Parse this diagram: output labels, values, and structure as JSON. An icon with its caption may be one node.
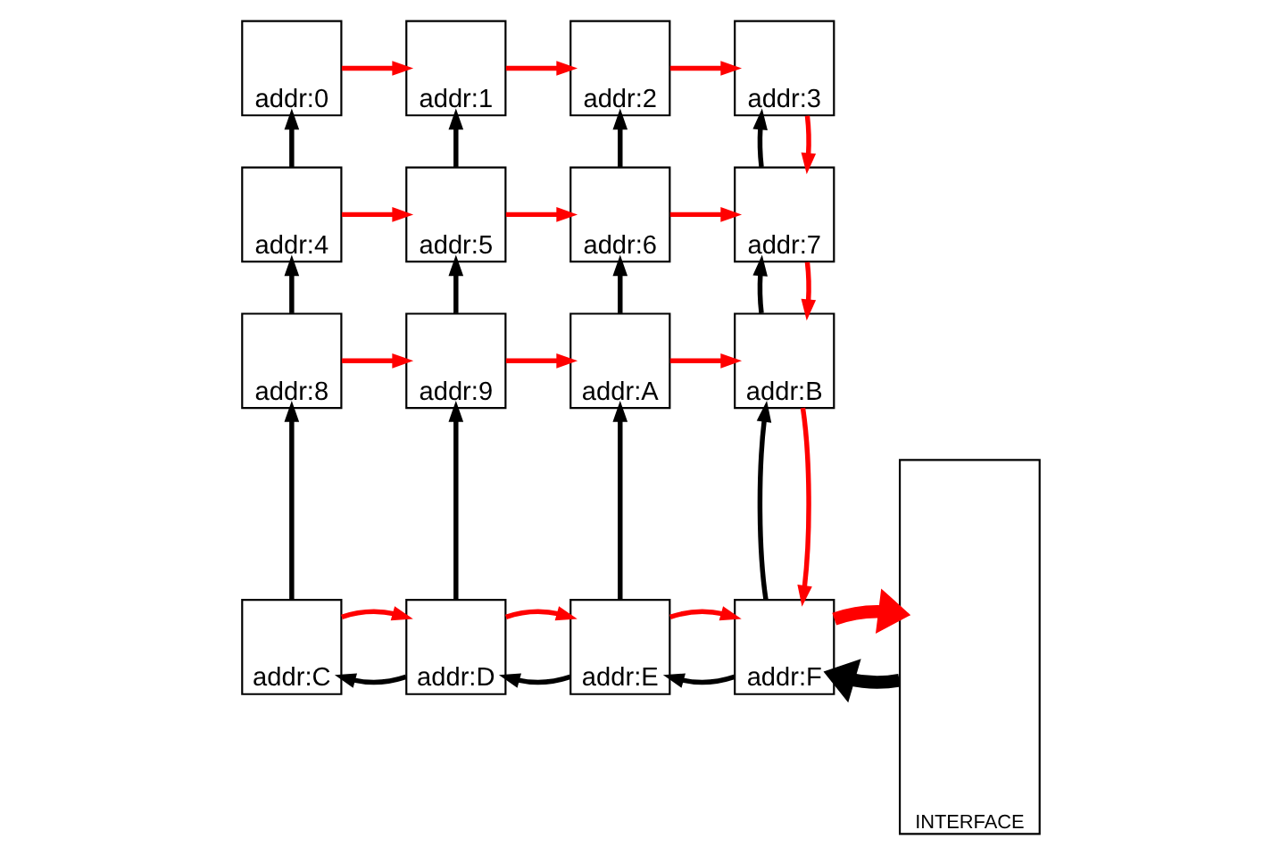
{
  "diagram": {
    "nodes": [
      {
        "text": [
          "addr:0"
        ]
      },
      {
        "text": [
          "addr:1"
        ]
      },
      {
        "text": [
          "addr:2"
        ]
      },
      {
        "text": [
          "addr:3"
        ]
      },
      {
        "text": [
          "addr:4"
        ]
      },
      {
        "text": [
          "addr:5"
        ]
      },
      {
        "text": [
          "addr:6"
        ]
      },
      {
        "text": [
          "addr:7"
        ]
      },
      {
        "text": [
          "addr:8"
        ]
      },
      {
        "text": [
          "addr:9"
        ]
      },
      {
        "text": [
          "addr:A"
        ]
      },
      {
        "text": [
          "addr:B"
        ]
      },
      {
        "text": [
          "addr:C"
        ]
      },
      {
        "text": [
          "addr:D"
        ]
      },
      {
        "text": [
          "addr:E"
        ]
      },
      {
        "text": [
          "addr:F"
        ]
      },
      {
        "text": [
          "INTERFACE"
        ]
      }
    ],
    "edges": [
      {
        "from": 0,
        "to": 1,
        "arrow": "to",
        "color": "#ff0000"
      },
      {
        "from": 1,
        "to": 2,
        "arrow": "to",
        "color": "#ff0000"
      },
      {
        "from": 2,
        "to": 3,
        "arrow": "to",
        "color": "#ff0000"
      },
      {
        "from": 4,
        "to": 0,
        "arrow": "to",
        "color": "#000000"
      },
      {
        "from": 5,
        "to": 1,
        "arrow": "to",
        "color": "#000000"
      },
      {
        "from": 6,
        "to": 2,
        "arrow": "to",
        "color": "#000000"
      },
      {
        "from": 7,
        "to": 3,
        "arrow": "to",
        "color": "#000000"
      },
      {
        "from": 3,
        "to": 7,
        "arrow": "to",
        "color": "#ff0000"
      },
      {
        "from": 4,
        "to": 5,
        "arrow": "to",
        "color": "#ff0000"
      },
      {
        "from": 5,
        "to": 6,
        "arrow": "to",
        "color": "#ff0000"
      },
      {
        "from": 6,
        "to": 7,
        "arrow": "to",
        "color": "#ff0000"
      },
      {
        "from": 8,
        "to": 4,
        "arrow": "to",
        "color": "#000000"
      },
      {
        "from": 9,
        "to": 5,
        "arrow": "to",
        "color": "#000000"
      },
      {
        "from": 10,
        "to": 6,
        "arrow": "to",
        "color": "#000000"
      },
      {
        "from": 11,
        "to": 7,
        "arrow": "to",
        "color": "#000000"
      },
      {
        "from": 7,
        "to": 11,
        "arrow": "to",
        "color": "#ff0000"
      },
      {
        "from": 8,
        "to": 9,
        "arrow": "to",
        "color": "#ff0000"
      },
      {
        "from": 9,
        "to": 10,
        "arrow": "to",
        "color": "#ff0000"
      },
      {
        "from": 10,
        "to": 11,
        "arrow": "to",
        "color": "#ff0000"
      },
      {
        "from": 12,
        "to": 8,
        "arrow": "to",
        "color": "#000000"
      },
      {
        "from": 13,
        "to": 9,
        "arrow": "to",
        "color": "#000000"
      },
      {
        "from": 14,
        "to": 10,
        "arrow": "to",
        "color": "#000000"
      },
      {
        "from": 15,
        "to": 11,
        "arrow": "to",
        "color": "#000000"
      },
      {
        "from": 11,
        "to": 15,
        "arrow": "to",
        "color": "#ff0000"
      },
      {
        "from": 12,
        "to": 13,
        "arrow": "to",
        "color": "#ff0000"
      },
      {
        "from": 13,
        "to": 14,
        "arrow": "to",
        "color": "#ff0000"
      },
      {
        "from": 14,
        "to": 15,
        "arrow": "to",
        "color": "#ff0000"
      },
      {
        "from": 13,
        "to": 12,
        "arrow": "to",
        "color": "#000000"
      },
      {
        "from": 14,
        "to": 13,
        "arrow": "to",
        "color": "#000000"
      },
      {
        "from": 15,
        "to": 14,
        "arrow": "to",
        "color": "#000000"
      },
      {
        "from": 15,
        "to": 16,
        "arrow": "to",
        "style": "thick",
        "color": "#ff0000"
      },
      {
        "from": 16,
        "to": 15,
        "arrow": "to",
        "style": "thick",
        "color": "#000000"
      }
    ]
  }
}
